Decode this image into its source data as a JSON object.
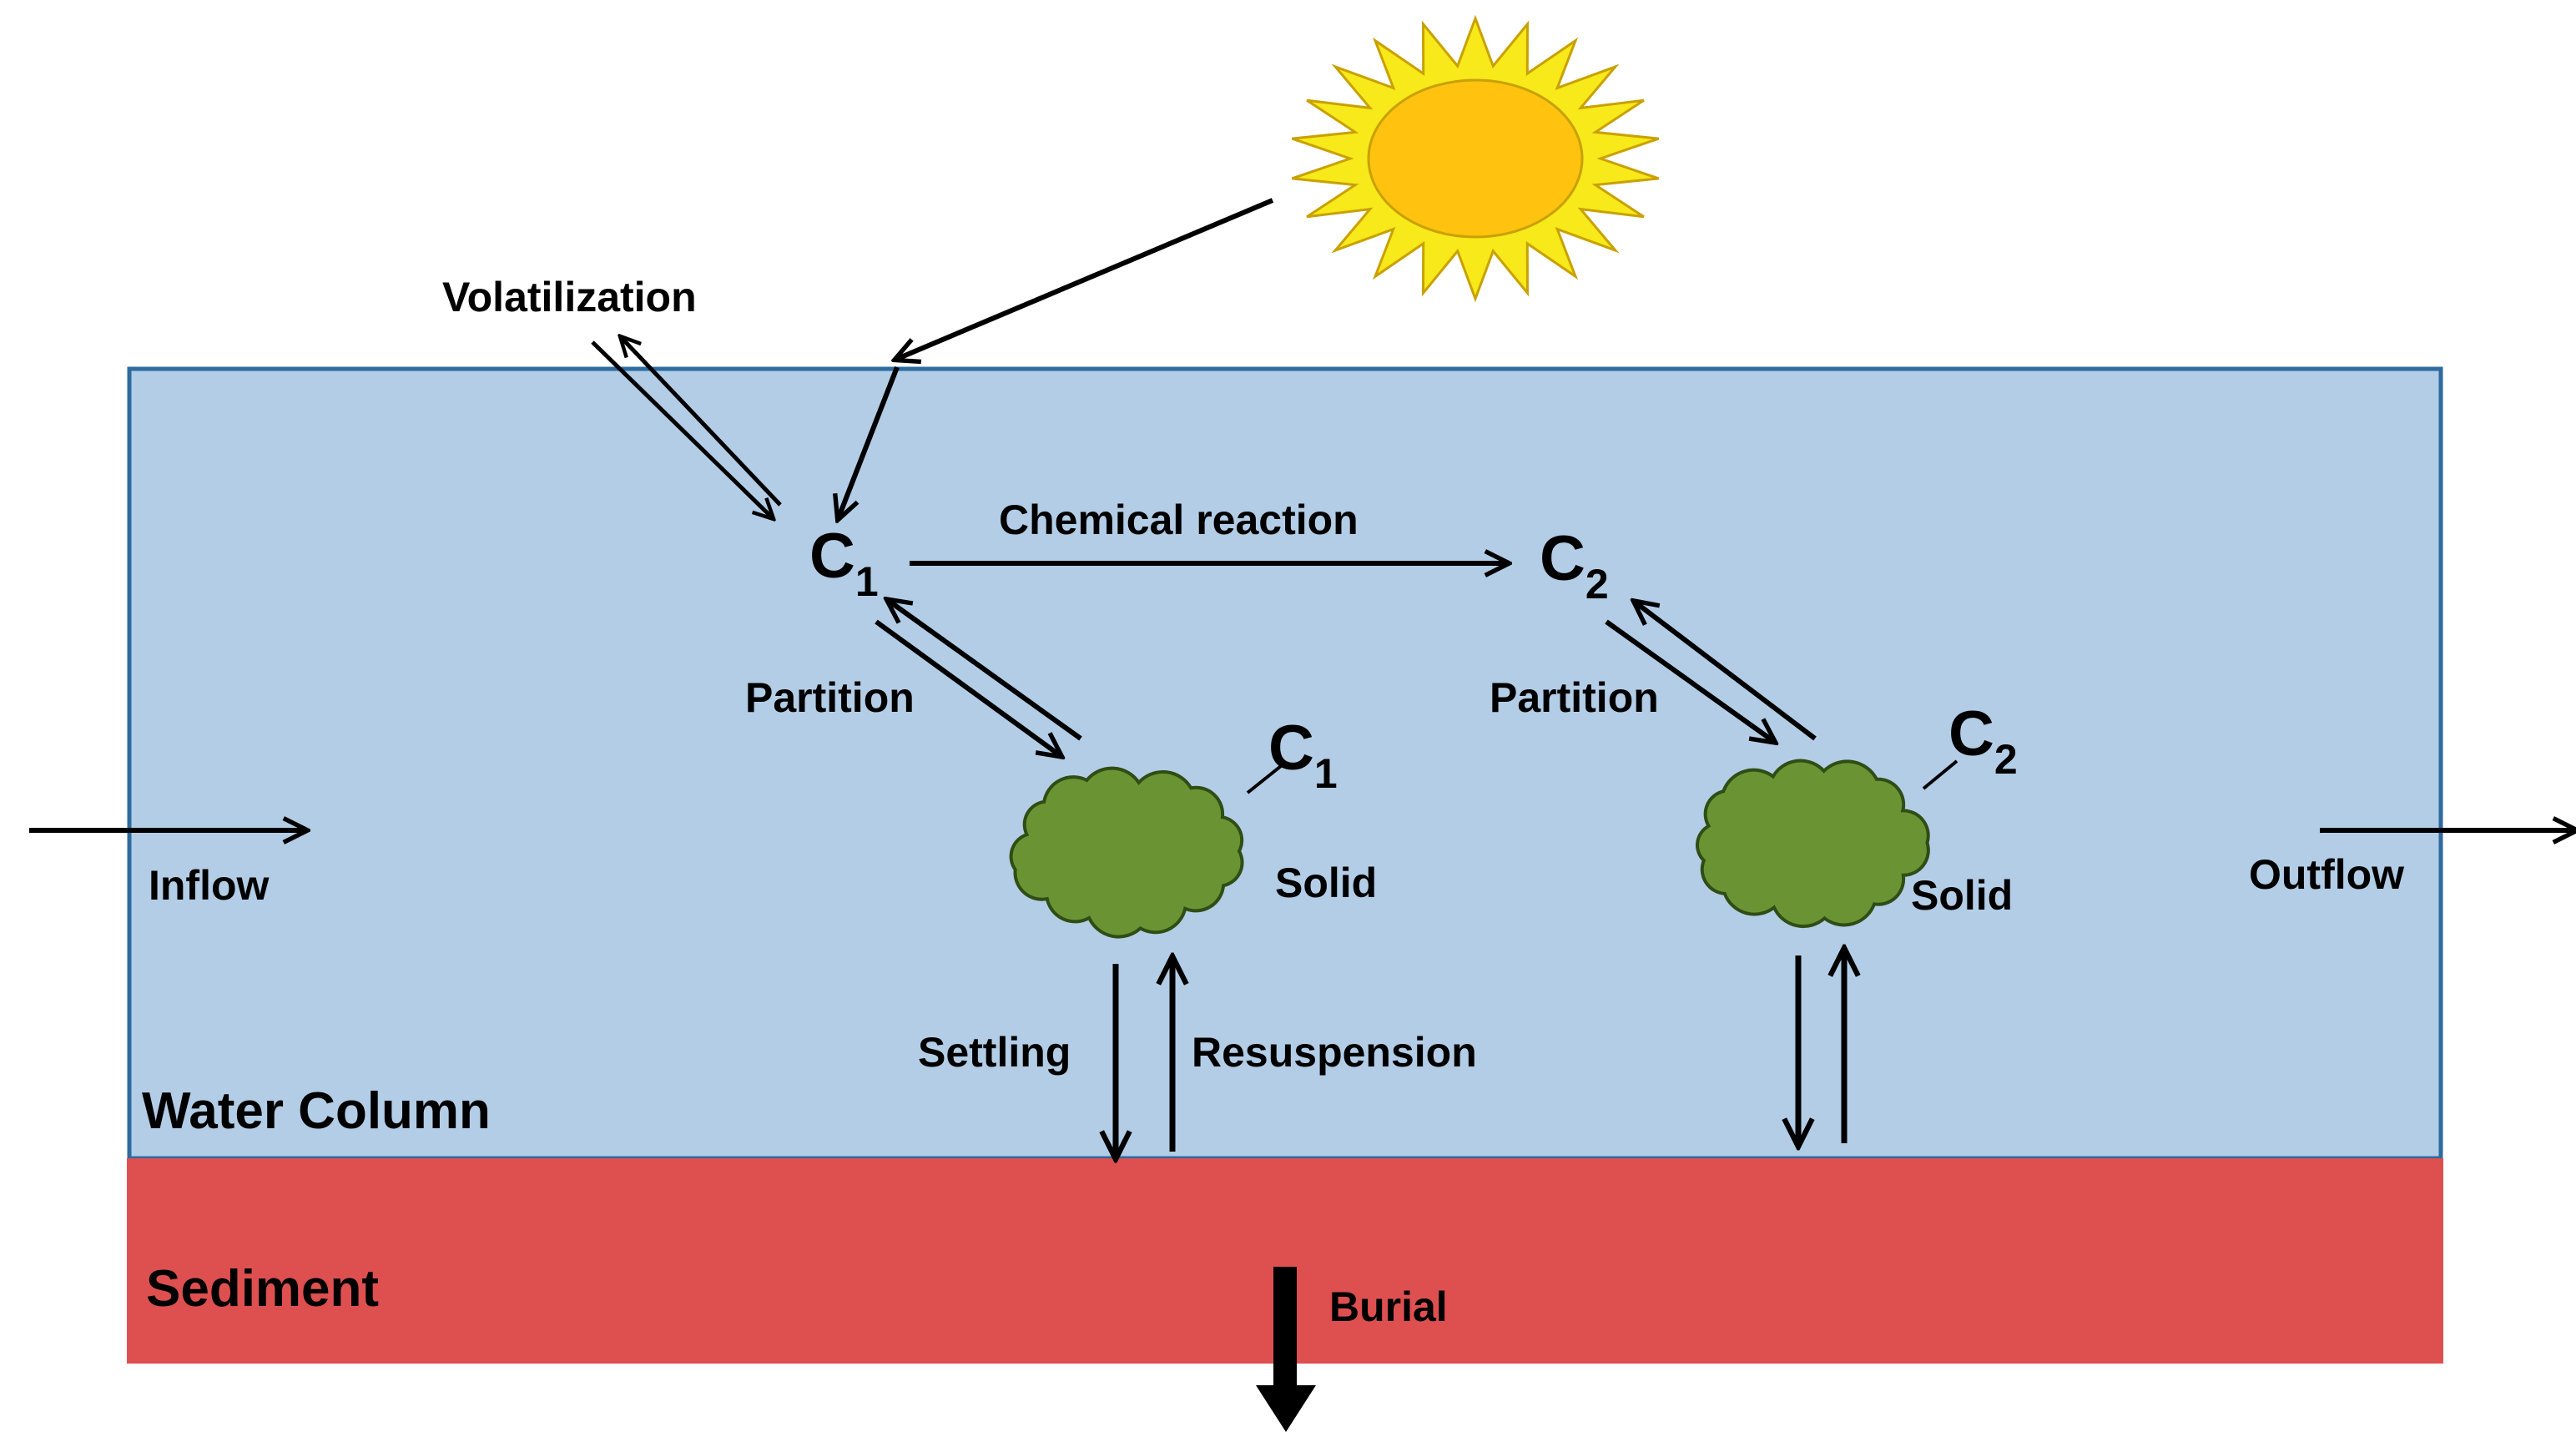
{
  "zones": {
    "water": {
      "label": "Water Column",
      "color": "#b3cde6",
      "border": "#2e6b9e"
    },
    "sediment": {
      "label": "Sediment",
      "color": "#de5050"
    }
  },
  "processes": {
    "volatilization": "Volatilization",
    "chemical_reaction": "Chemical reaction",
    "partition_1": "Partition",
    "partition_2": "Partition",
    "settling": "Settling",
    "resuspension": "Resuspension",
    "burial": "Burial",
    "inflow": "Inflow",
    "outflow": "Outflow"
  },
  "species": {
    "c1_dissolved": {
      "letter": "C",
      "sub": "1"
    },
    "c2_dissolved": {
      "letter": "C",
      "sub": "2"
    },
    "c1_solid": {
      "letter": "C",
      "sub": "1",
      "label": "Solid"
    },
    "c2_solid": {
      "letter": "C",
      "sub": "2",
      "label": "Solid"
    }
  },
  "icons": {
    "sun": "sun-icon",
    "particle": "solid-particle-icon"
  },
  "colors": {
    "sun_rays": "#f7e91a",
    "sun_core": "#ffc20e",
    "sun_outline": "#c9a100",
    "particle_fill": "#6a9434",
    "particle_outline": "#2f4d14"
  }
}
